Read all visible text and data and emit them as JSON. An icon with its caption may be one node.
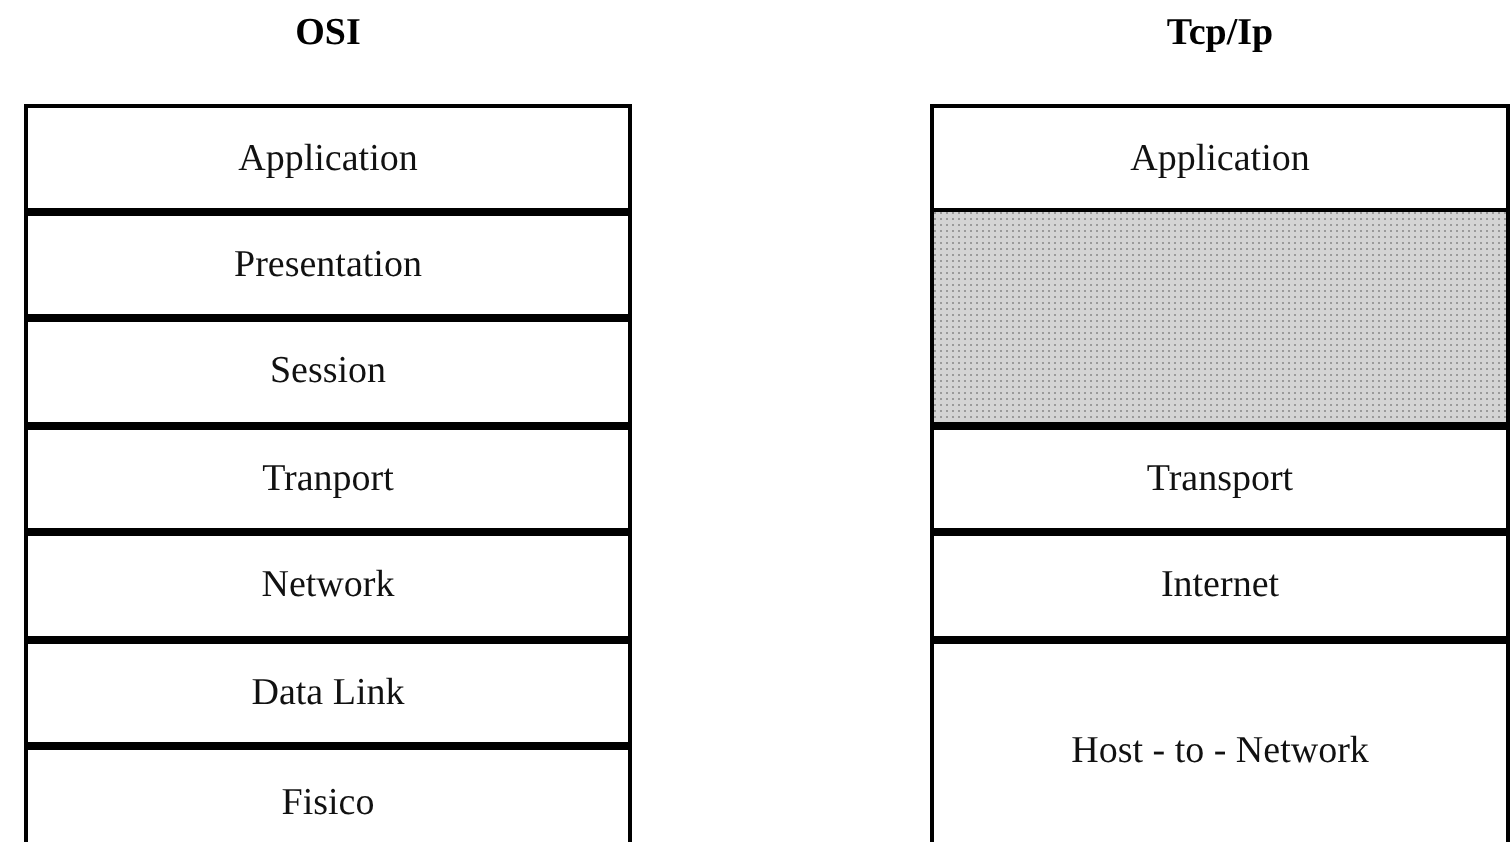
{
  "diagram": {
    "nodes": [
      {
        "text": [
          "Application"
        ]
      },
      {
        "text": [
          "Presentation"
        ]
      },
      {
        "text": [
          "Session"
        ]
      },
      {
        "text": [
          "Tranport"
        ]
      },
      {
        "text": [
          "Network"
        ]
      },
      {
        "text": [
          "Data Link"
        ]
      },
      {
        "text": [
          "Fisico"
        ]
      },
      {
        "text": [
          "Application"
        ]
      },
      {
        "text": [],
        "shape": "box"
      },
      {
        "text": [
          "Transport"
        ]
      },
      {
        "text": [
          "Internet"
        ]
      },
      {
        "text": [
          "Host - to - Network"
        ]
      }
    ],
    "labels": [
      "OSI",
      "Tcp/Ip"
    ]
  }
}
